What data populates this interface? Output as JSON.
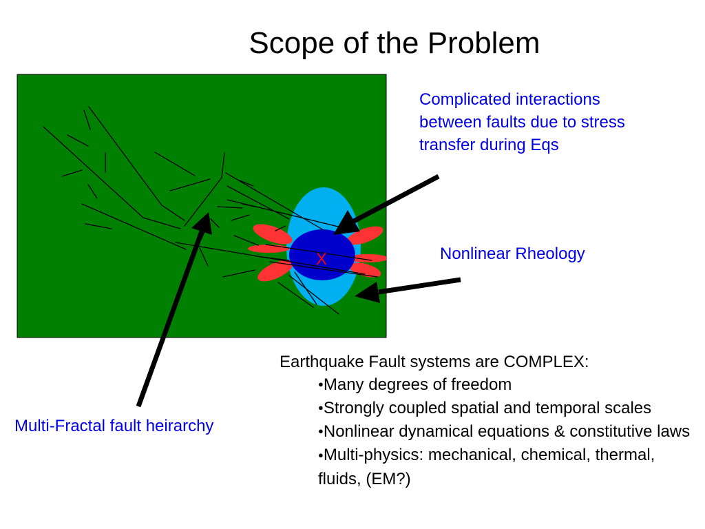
{
  "slide": {
    "title": "Scope of the Problem"
  },
  "annotations": {
    "interactions": {
      "lines": [
        "Complicated interactions",
        "between faults due to stress",
        "transfer during Eqs"
      ]
    },
    "rheology": "Nonlinear Rheology",
    "fractal": "Multi-Fractal fault heirarchy"
  },
  "diagram": {
    "epicenter_label": "X",
    "colors": {
      "ground": "#008000",
      "outer_zone": "#00b0f0",
      "inner_zone": "#0000cc",
      "lobes": "#ff3333",
      "epicenter": "#ff0000",
      "annotation_text": "#0000e6",
      "arrow": "#000000"
    }
  },
  "complex": {
    "heading": "Earthquake Fault systems are COMPLEX:",
    "bullet_glyph": "●",
    "items": [
      "Many degrees of freedom",
      "Strongly coupled spatial and temporal scales",
      "Nonlinear dynamical equations & constitutive laws",
      "Multi-physics: mechanical, chemical, thermal, fluids, (EM?)"
    ]
  }
}
